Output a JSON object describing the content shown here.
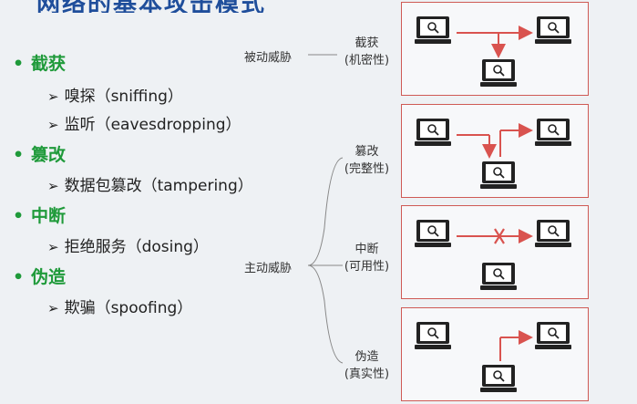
{
  "page_title": "网络的基本攻击模式",
  "categories": [
    {
      "label": "截获",
      "items": [
        "嗅探（sniffing）",
        "监听（eavesdropping）"
      ]
    },
    {
      "label": "篡改",
      "items": [
        "数据包篡改（tampering）"
      ]
    },
    {
      "label": "中断",
      "items": [
        "拒绝服务（dosing）"
      ]
    },
    {
      "label": "伪造",
      "items": [
        "欺骗（spoofing）"
      ]
    }
  ],
  "bullet_glyph": "•",
  "sub_glyph": "➢",
  "threats": {
    "passive": "被动威胁",
    "active": "主动威胁"
  },
  "attacks": [
    {
      "name": "截获",
      "property": "(机密性)"
    },
    {
      "name": "篡改",
      "property": "(完整性)"
    },
    {
      "name": "中断",
      "property": "(可用性)"
    },
    {
      "name": "伪造",
      "property": "(真实性)"
    }
  ],
  "colors": {
    "accent_green": "#1f9a3a",
    "title_blue": "#1f4e9b",
    "flow_red": "#d9534f",
    "computer_dark": "#222222"
  },
  "icons": [
    "computer-icon",
    "search-icon"
  ]
}
